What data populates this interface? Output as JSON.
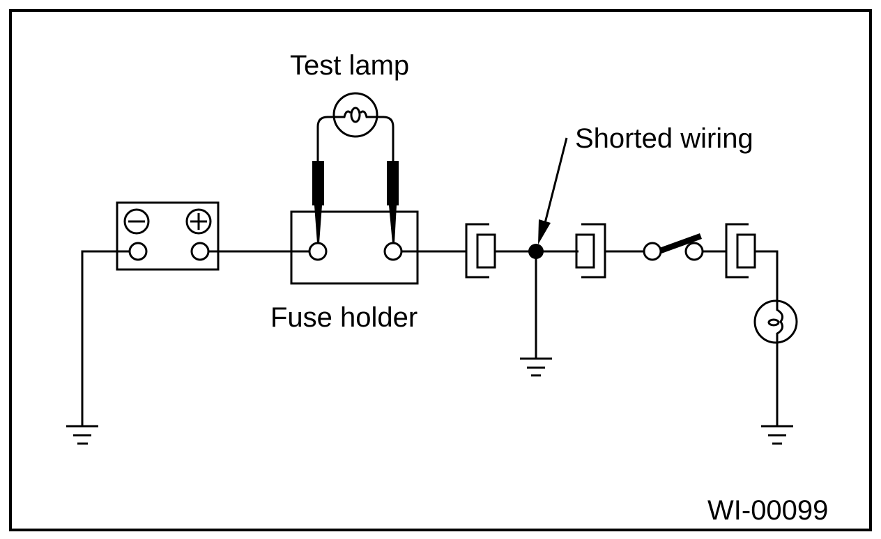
{
  "diagram": {
    "title": "Short circuit check with test lamp",
    "figure_id": "WI-00099",
    "labels": {
      "test_lamp": "Test lamp",
      "fuse_holder": "Fuse holder",
      "shorted_wiring": "Shorted wiring"
    },
    "battery": {
      "negative_symbol": "−",
      "positive_symbol": "+"
    },
    "colors": {
      "line": "#000000",
      "background": "#ffffff"
    },
    "components": [
      "battery",
      "ground (battery)",
      "fuse holder",
      "test lamp with probes",
      "connector 1",
      "short point",
      "ground (short)",
      "connector 2",
      "switch (open)",
      "connector 3",
      "load lamp",
      "ground (load)"
    ]
  }
}
